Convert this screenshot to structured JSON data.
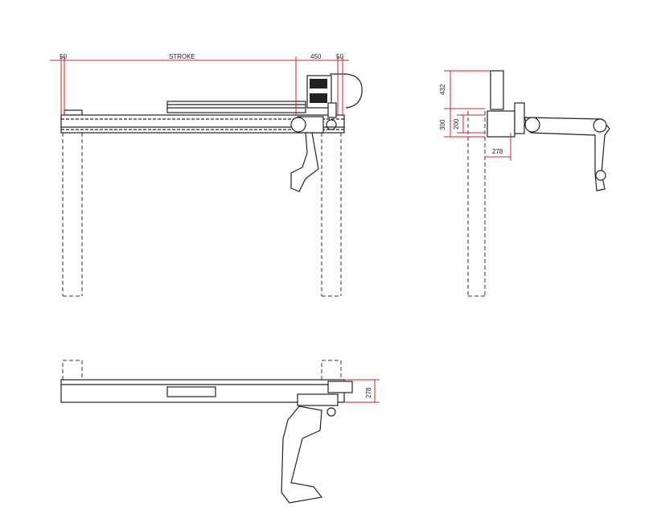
{
  "front_view": {
    "dims": {
      "left_margin": "50",
      "stroke": "STROKE",
      "carriage": "450",
      "right_margin": "50"
    }
  },
  "side_view": {
    "dims": {
      "height_upper": "432",
      "height_total": "300",
      "height_inner": "200",
      "depth": "278"
    }
  },
  "top_view": {
    "dims": {
      "width": "278"
    }
  },
  "colors": {
    "dimension": "#d0202a",
    "outline": "#222222"
  }
}
